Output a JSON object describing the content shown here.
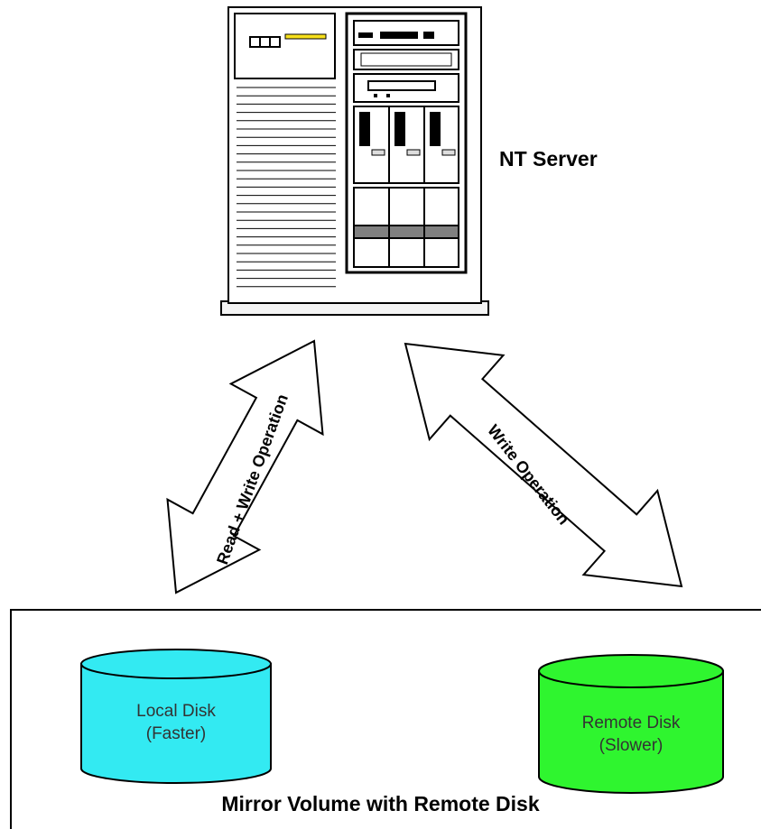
{
  "server": {
    "label": "NT Server"
  },
  "arrows": {
    "left": {
      "label": "Read + Write Operation"
    },
    "right": {
      "label": "Write Operation"
    }
  },
  "disks": {
    "local": {
      "line1": "Local Disk",
      "line2": "(Faster)",
      "color": "#33eaf2"
    },
    "remote": {
      "line1": "Remote Disk",
      "line2": "(Slower)",
      "color": "#2ff52f"
    }
  },
  "volume": {
    "title": "Mirror Volume with Remote Disk"
  }
}
